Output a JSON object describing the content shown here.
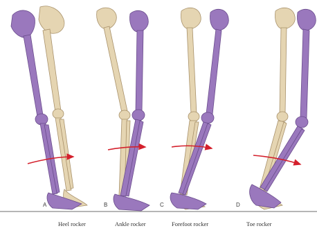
{
  "panels": [
    {
      "letter": "A",
      "caption": "Heel rocker"
    },
    {
      "letter": "B",
      "caption": "Ankle rocker"
    },
    {
      "letter": "C",
      "caption": "Forefoot rocker"
    },
    {
      "letter": "D",
      "caption": "Toe rocker"
    }
  ],
  "colors": {
    "bone": "#e5d5b2",
    "bone_outline": "#a8916a",
    "highlight_leg": "#9a78bd",
    "highlight_outline": "#6a4c8c",
    "arrow": "#d4202c",
    "ground": "#8a8a8a"
  }
}
